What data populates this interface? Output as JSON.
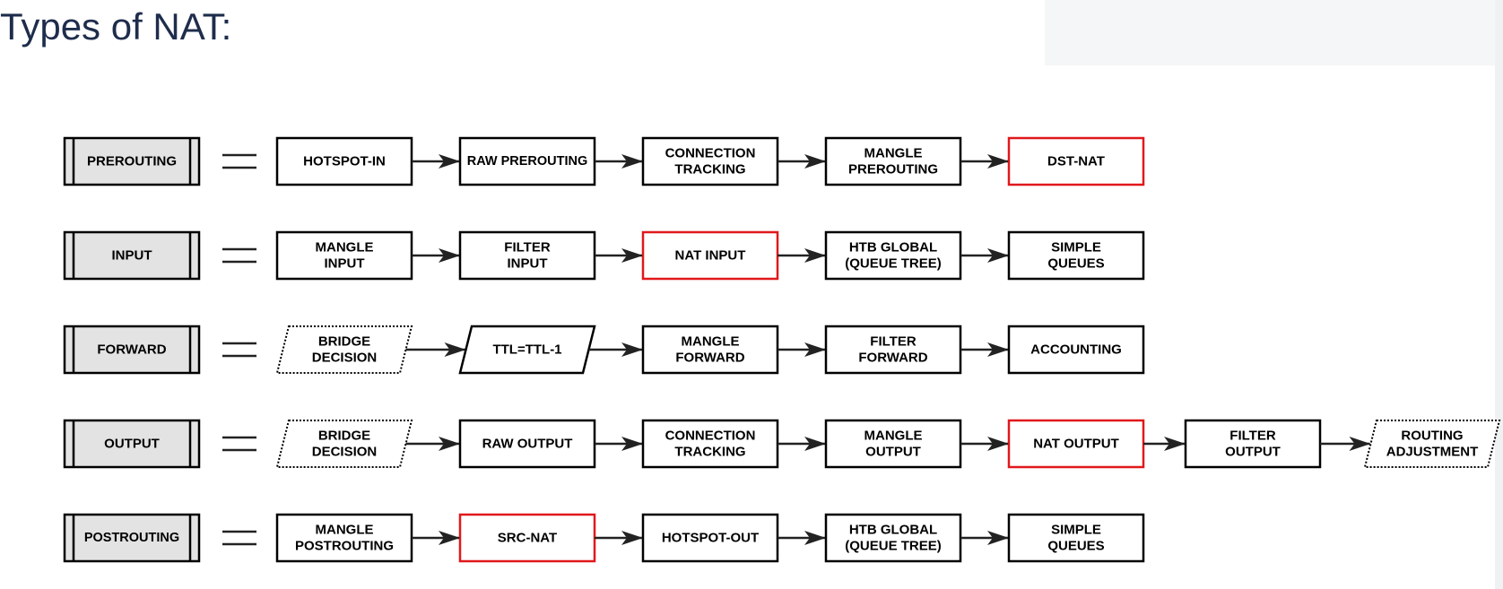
{
  "page": {
    "title": "Types of NAT:"
  },
  "colors": {
    "title": "#1f2d4c",
    "box_stroke": "#000000",
    "highlight_stroke": "#e0181b",
    "chain_fill": "#e3e3e3",
    "arrow": "#222222",
    "panel": "#f5f6f7"
  },
  "chains": [
    {
      "name": "PREROUTING",
      "steps": [
        {
          "lines": [
            "HOTSPOT-IN"
          ],
          "shape": "rect",
          "highlight": false
        },
        {
          "lines": [
            "RAW PREROUTING"
          ],
          "shape": "rect",
          "highlight": false
        },
        {
          "lines": [
            "CONNECTION",
            "TRACKING"
          ],
          "shape": "rect",
          "highlight": false
        },
        {
          "lines": [
            "MANGLE",
            "PREROUTING"
          ],
          "shape": "rect",
          "highlight": false
        },
        {
          "lines": [
            "DST-NAT"
          ],
          "shape": "rect",
          "highlight": true
        }
      ]
    },
    {
      "name": "INPUT",
      "steps": [
        {
          "lines": [
            "MANGLE",
            "INPUT"
          ],
          "shape": "rect",
          "highlight": false
        },
        {
          "lines": [
            "FILTER",
            "INPUT"
          ],
          "shape": "rect",
          "highlight": false
        },
        {
          "lines": [
            "NAT INPUT"
          ],
          "shape": "rect",
          "highlight": true
        },
        {
          "lines": [
            "HTB GLOBAL",
            "(QUEUE TREE)"
          ],
          "shape": "rect",
          "highlight": false
        },
        {
          "lines": [
            "SIMPLE",
            "QUEUES"
          ],
          "shape": "rect",
          "highlight": false
        }
      ]
    },
    {
      "name": "FORWARD",
      "steps": [
        {
          "lines": [
            "BRIDGE",
            "DECISION"
          ],
          "shape": "dotted-parallelogram",
          "highlight": false
        },
        {
          "lines": [
            "TTL=TTL-1"
          ],
          "shape": "parallelogram",
          "highlight": false
        },
        {
          "lines": [
            "MANGLE",
            "FORWARD"
          ],
          "shape": "rect",
          "highlight": false
        },
        {
          "lines": [
            "FILTER",
            "FORWARD"
          ],
          "shape": "rect",
          "highlight": false
        },
        {
          "lines": [
            "ACCOUNTING"
          ],
          "shape": "rect",
          "highlight": false
        }
      ]
    },
    {
      "name": "OUTPUT",
      "steps": [
        {
          "lines": [
            "BRIDGE",
            "DECISION"
          ],
          "shape": "dotted-parallelogram",
          "highlight": false
        },
        {
          "lines": [
            "RAW OUTPUT"
          ],
          "shape": "rect",
          "highlight": false
        },
        {
          "lines": [
            "CONNECTION",
            "TRACKING"
          ],
          "shape": "rect",
          "highlight": false
        },
        {
          "lines": [
            "MANGLE",
            "OUTPUT"
          ],
          "shape": "rect",
          "highlight": false
        },
        {
          "lines": [
            "NAT OUTPUT"
          ],
          "shape": "rect",
          "highlight": true
        },
        {
          "lines": [
            "FILTER",
            "OUTPUT"
          ],
          "shape": "rect",
          "highlight": false
        },
        {
          "lines": [
            "ROUTING",
            "ADJUSTMENT"
          ],
          "shape": "dotted-parallelogram",
          "highlight": false
        }
      ]
    },
    {
      "name": "POSTROUTING",
      "steps": [
        {
          "lines": [
            "MANGLE",
            "POSTROUTING"
          ],
          "shape": "rect",
          "highlight": false
        },
        {
          "lines": [
            "SRC-NAT"
          ],
          "shape": "rect",
          "highlight": true
        },
        {
          "lines": [
            "HOTSPOT-OUT"
          ],
          "shape": "rect",
          "highlight": false
        },
        {
          "lines": [
            "HTB GLOBAL",
            "(QUEUE TREE)"
          ],
          "shape": "rect",
          "highlight": false
        },
        {
          "lines": [
            "SIMPLE",
            "QUEUES"
          ],
          "shape": "rect",
          "highlight": false
        }
      ]
    }
  ]
}
